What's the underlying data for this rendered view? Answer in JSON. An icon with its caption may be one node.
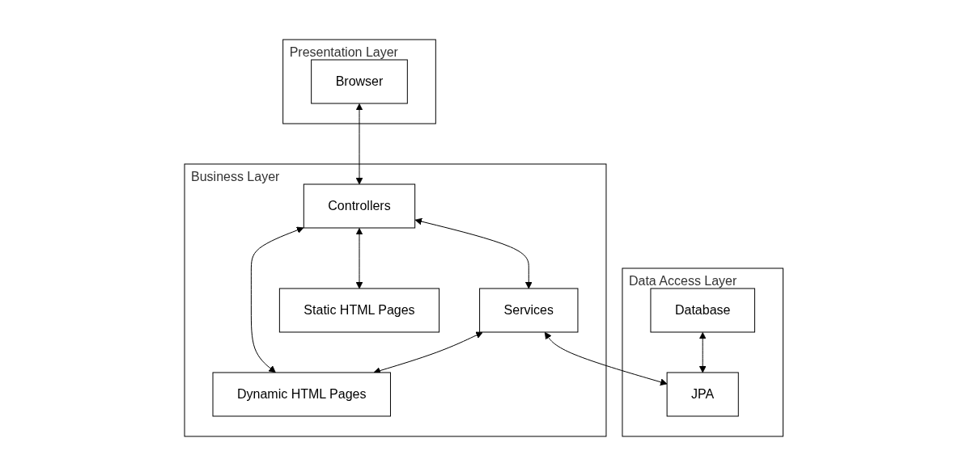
{
  "diagram": {
    "nodes": [
      {
        "text": [
          "Presentation Layer"
        ]
      },
      {
        "text": [
          "Browser"
        ],
        "in": 0
      },
      {
        "text": [
          "Business Layer"
        ]
      },
      {
        "text": [
          "Controllers"
        ],
        "in": 2
      },
      {
        "text": [
          "Services"
        ],
        "in": 2
      },
      {
        "text": [
          "Static HTML Pages"
        ],
        "in": 2
      },
      {
        "text": [
          "Dynamic HTML Pages"
        ],
        "in": 2
      },
      {
        "text": [
          "Data Access Layer"
        ]
      },
      {
        "text": [
          "Database"
        ],
        "in": 7
      },
      {
        "text": [
          "JPA"
        ],
        "in": 7
      }
    ],
    "edges": [
      {
        "from": 1,
        "to": 3,
        "arrow": "both"
      },
      {
        "from": 3,
        "to": 4,
        "arrow": "both"
      },
      {
        "from": 3,
        "to": 5,
        "arrow": "both"
      },
      {
        "from": 3,
        "to": 6,
        "arrow": "both"
      },
      {
        "from": 4,
        "to": 6,
        "arrow": "both"
      },
      {
        "from": 4,
        "to": 9,
        "arrow": "both"
      },
      {
        "from": 8,
        "to": 9,
        "arrow": "both"
      }
    ]
  }
}
